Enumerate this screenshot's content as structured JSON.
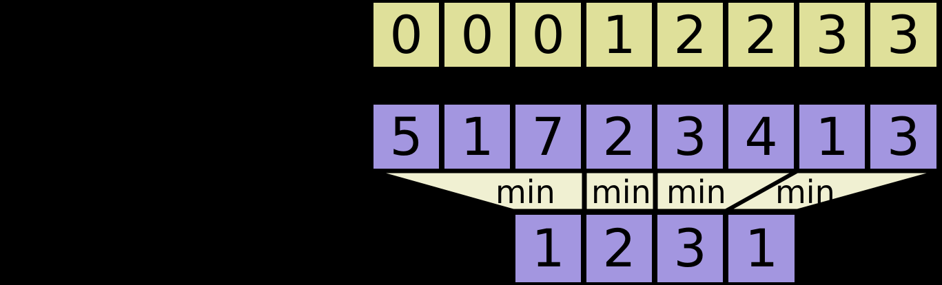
{
  "diagram": {
    "title": "segmented-min-reduction",
    "colors": {
      "background": "#000000",
      "offsets_fill": "#dfe09a",
      "values_fill": "#a396e0",
      "result_fill": "#a396e0",
      "funnel_fill": "#f0f0d2",
      "stroke": "#000000",
      "text": "#000000"
    },
    "rows": {
      "offsets": {
        "name": "segment-offsets-row",
        "fill": "#dfe09a",
        "values": [
          "0",
          "0",
          "0",
          "1",
          "2",
          "2",
          "3",
          "3"
        ]
      },
      "values": {
        "name": "input-values-row",
        "fill": "#a396e0",
        "values": [
          "5",
          "1",
          "7",
          "2",
          "3",
          "4",
          "1",
          "3"
        ]
      },
      "result": {
        "name": "segment-min-result-row",
        "fill": "#a396e0",
        "values": [
          "1",
          "2",
          "3",
          "1"
        ]
      }
    },
    "funnels": {
      "name": "min-reduction-funnels",
      "fill": "#f0f0d2",
      "labels": [
        "min",
        "min",
        "min",
        "min"
      ],
      "segments": [
        {
          "label": "min",
          "inputs": [
            "5",
            "1",
            "7"
          ],
          "output": "1"
        },
        {
          "label": "min",
          "inputs": [
            "2"
          ],
          "output": "2"
        },
        {
          "label": "min",
          "inputs": [
            "3",
            "4"
          ],
          "output": "3"
        },
        {
          "label": "min",
          "inputs": [
            "1",
            "3"
          ],
          "output": "1"
        }
      ]
    }
  }
}
